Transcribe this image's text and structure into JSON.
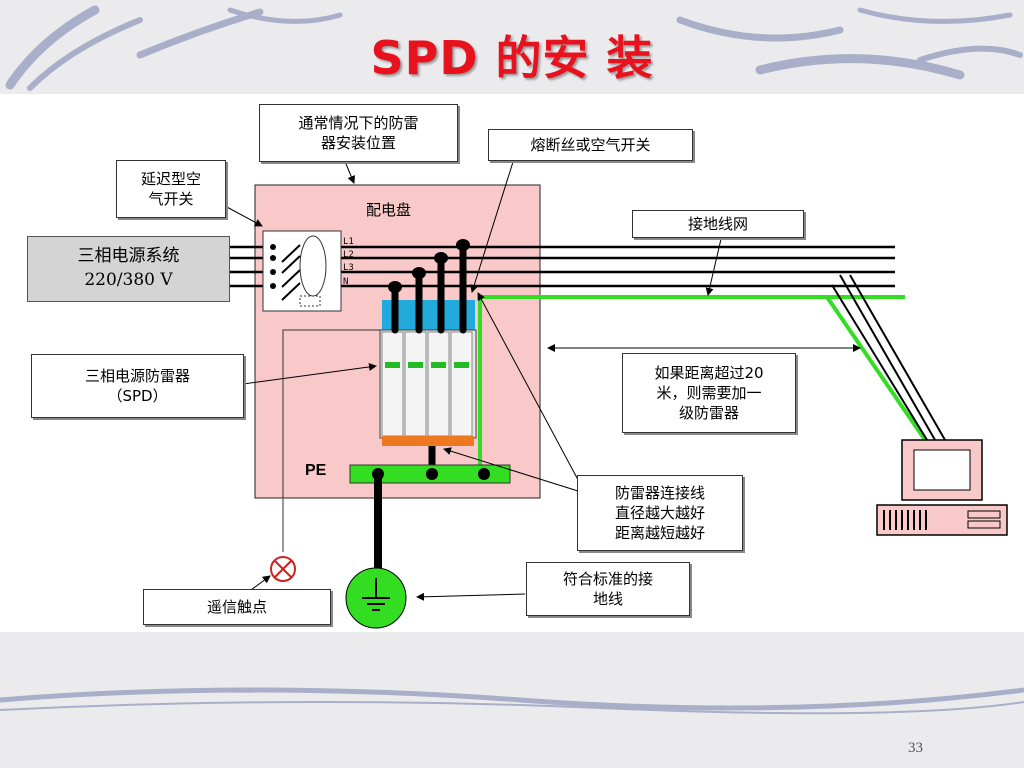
{
  "slide": {
    "title": "SPD 的安 装",
    "page_number": "33"
  },
  "diagram": {
    "panel_title": "配电盘",
    "pe_label": "PE",
    "phase_labels": [
      "L1",
      "L2",
      "L3",
      "N"
    ],
    "power_system": {
      "line1": "三相电源系统",
      "line2": "220/380 V"
    },
    "callouts": {
      "normal_position": [
        "通常情况下的防雷",
        "器安装位置"
      ],
      "delay_breaker": [
        "延迟型空",
        "气开关"
      ],
      "fuse_breaker": "熔断丝或空气开关",
      "ground_mesh": "接地线网",
      "spd": [
        "三相电源防雷器",
        "（SPD）"
      ],
      "distance": [
        "如果距离超过20",
        "米，则需要加一",
        "级防雷器"
      ],
      "connection_wire": [
        "防雷器连接线",
        "直径越大越好",
        "距离越短越好"
      ],
      "standard_ground": [
        "符合标准的接",
        "地线"
      ],
      "remote_contact": "遥信触点"
    }
  },
  "colors": {
    "title": "#e8111e",
    "panel": "#f9c9c9",
    "ground_wire": "#33dd22",
    "spd_top": "#22aadd",
    "spd_bottom": "#ee7722",
    "computer": "#f9c9c9"
  }
}
